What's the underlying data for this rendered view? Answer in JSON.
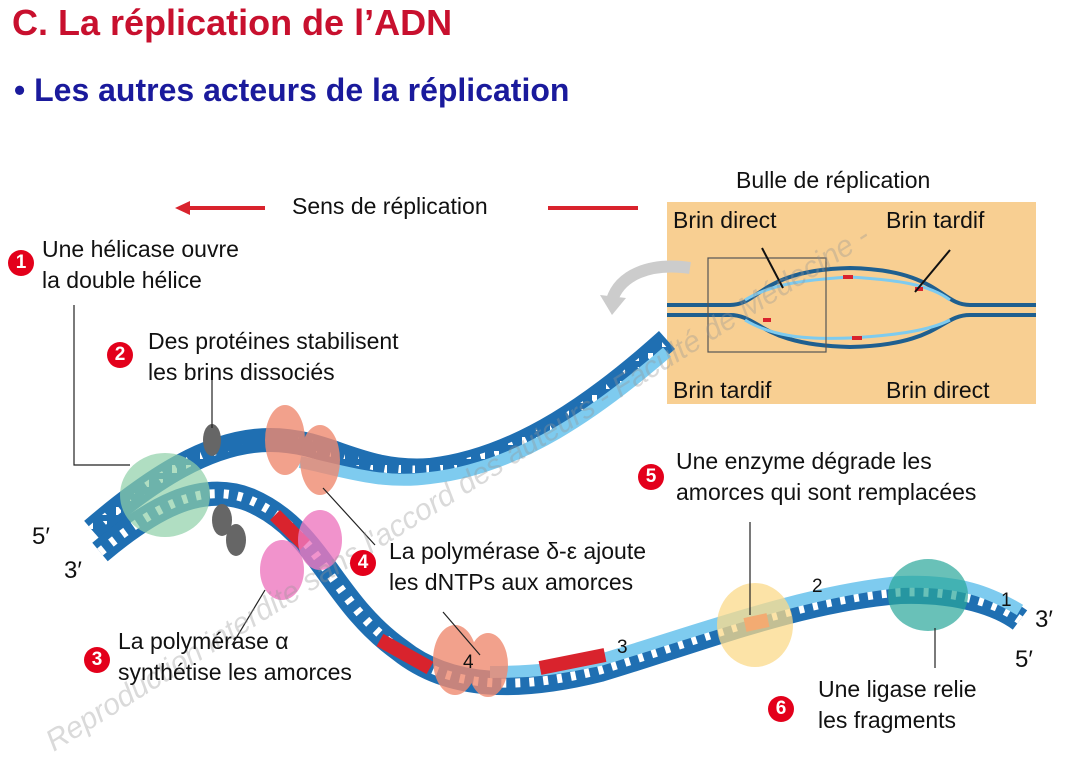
{
  "title": "C. La réplication de l’ADN",
  "subtitle": "• Les autres acteurs de la réplication",
  "direction_label": "Sens de réplication",
  "bubble": {
    "title": "Bulle de réplication",
    "top_left": "Brin direct",
    "top_right": "Brin tardif",
    "bottom_left": "Brin tardif",
    "bottom_right": "Brin direct"
  },
  "steps": [
    {
      "number": "1",
      "line1": "Une hélicase ouvre",
      "line2": "la double hélice"
    },
    {
      "number": "2",
      "line1": "Des protéines stabilisent",
      "line2": "les brins dissociés"
    },
    {
      "number": "3",
      "line1": "La polymérase α",
      "line2": "synthétise les amorces"
    },
    {
      "number": "4",
      "line1": "La polymérase δ-ε ajoute",
      "line2": "les dNTPs aux amorces"
    },
    {
      "number": "5",
      "line1": "Une enzyme dégrade les",
      "line2": "amorces qui sont remplacées"
    },
    {
      "number": "6",
      "line1": "Une ligase relie",
      "line2": "les fragments"
    }
  ],
  "strand_ends": {
    "left_top": "5′",
    "left_bottom": "3′",
    "right_top": "3′",
    "right_bottom": "5′"
  },
  "fragment_markers": [
    "1",
    "2",
    "3",
    "4"
  ],
  "watermark": "Reproduction interdite sans l'accord des auteurs - Faculté de Médecine -",
  "colors": {
    "title": "#c8102e",
    "subtitle": "#1a1a9c",
    "strand_dark": "#1f6fb2",
    "strand_light": "#7ecbef",
    "primer": "#d9232d",
    "bubble_bg": "#f8cf92"
  }
}
